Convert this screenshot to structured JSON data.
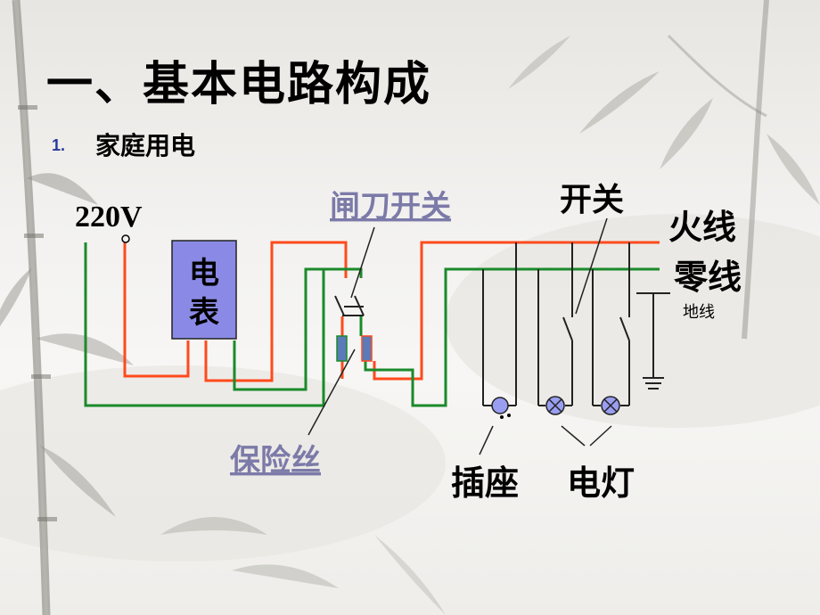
{
  "slide": {
    "title": "一、基本电路构成",
    "subtitle_number": "1.",
    "subtitle_text": "家庭用电"
  },
  "diagram": {
    "voltage": "220V",
    "meter": [
      "电",
      "表"
    ],
    "knife_switch": "闸刀开关",
    "switch": "开关",
    "live_wire": "火线",
    "neutral_wire": "零线",
    "ground_wire": "地线",
    "fuse": "保险丝",
    "socket": "插座",
    "lamp": "电灯"
  },
  "colors": {
    "live": "#ff4a1c",
    "neutral": "#1a8a2a",
    "meter_fill": "#8a8ae6",
    "link_text": "#7b7aa8",
    "fuse_fill": "#5a7ab8",
    "bulb_fill": "#9a9ef0"
  }
}
